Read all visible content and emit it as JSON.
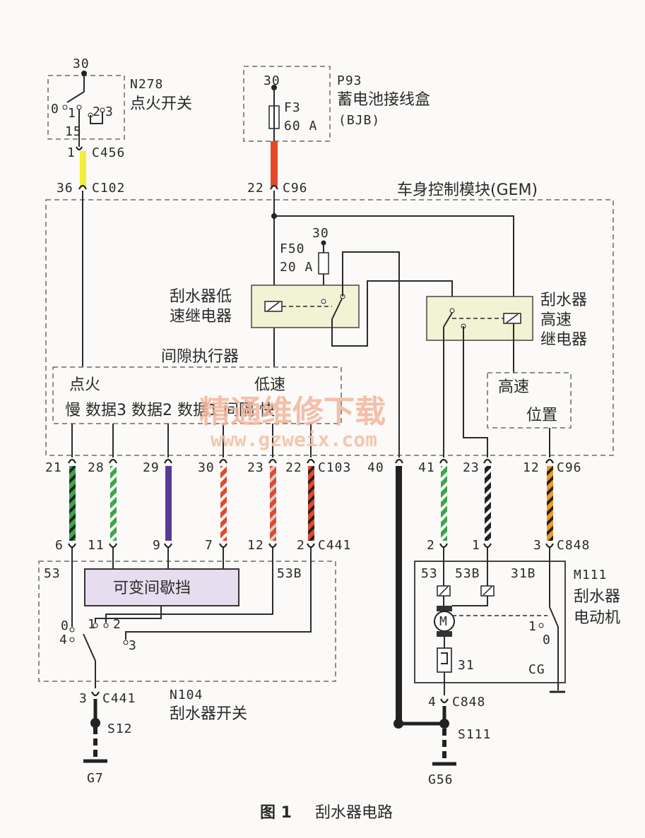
{
  "ignition": {
    "pin_top": "30",
    "ref": "N278",
    "name": "点火开关",
    "pos0": "0",
    "pos1": "1",
    "pos2": "2",
    "pos3": "3",
    "pin_out": "15",
    "conn_pin": "1",
    "conn": "C456"
  },
  "bjb": {
    "pin": "30",
    "ref": "P93",
    "name": "蓄电池接线盒",
    "abbr": "(BJB)",
    "fuse": "F3",
    "rating": "60 A"
  },
  "gem": {
    "title": "车身控制模块(GEM)",
    "pin_c102": "36",
    "c102": "C102",
    "pin_c96a": "22",
    "c96a": "C96",
    "f50_pin": "30",
    "f50": "F50",
    "f50_rating": "20 A",
    "low_relay": [
      "刮水器低",
      "速继电器"
    ],
    "high_relay": [
      "刮水器",
      "高速",
      "继电器"
    ],
    "actuator": "间隙执行器",
    "ign_label": "点火",
    "low_speed": "低速",
    "inputs": "慢 数据3 数据2 数据1 间隔 快",
    "high_speed": "高速",
    "position": "位置"
  },
  "c103": {
    "pins": [
      "21",
      "28",
      "29",
      "30",
      "23",
      "22"
    ],
    "name": "C103",
    "pin40": "40",
    "pin41": "41",
    "pin23": "23",
    "pin12": "12",
    "c96": "C96"
  },
  "c441": {
    "pins": [
      "6",
      "11",
      "9",
      "7",
      "12",
      "2"
    ],
    "name": "C441"
  },
  "switch": {
    "p53": "53",
    "p53b": "53B",
    "variable": "可变间歇挡",
    "pos0": "0",
    "pos1": "1",
    "pos2": "2",
    "pos3": "3",
    "pos4": "4",
    "pin3": "3",
    "conn": "C441",
    "ref": "N104",
    "name": "刮水器开关",
    "splice": "S12",
    "ground": "G7"
  },
  "motor": {
    "c848_pins": [
      "2",
      "1",
      "3"
    ],
    "c848": "C848",
    "p53": "53",
    "p53b": "53B",
    "p31b": "31B",
    "ref": "M111",
    "name": [
      "刮水器",
      "电动机"
    ],
    "m": "M",
    "p31": "31",
    "cg": "CG",
    "pos1": "1",
    "pos0": "0",
    "pin4": "4",
    "conn": "C848",
    "splice": "S111",
    "ground": "G56"
  },
  "watermark": {
    "cn": "精通维修下载",
    "url": "www.gzweix.com"
  },
  "caption": {
    "fig": "图 1",
    "title": "刮水器电路"
  },
  "colors": {
    "yellow": "#f3ee3a",
    "red": "#e8462a",
    "green": "#3aa648",
    "purple": "#5a3b94",
    "orange": "#f09a2a",
    "black": "#222222"
  }
}
